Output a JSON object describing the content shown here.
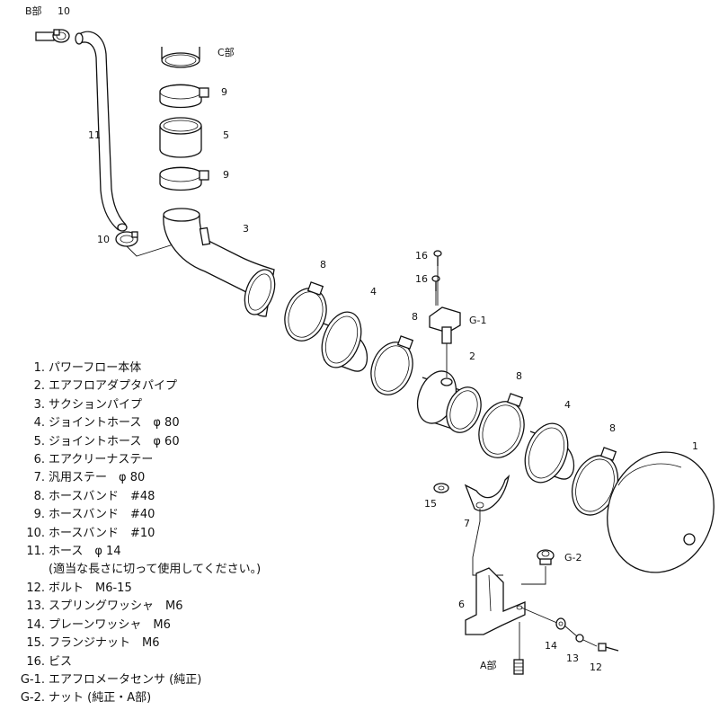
{
  "section_labels": {
    "b": "B部",
    "c": "C部",
    "a": "A部"
  },
  "callouts": {
    "n1": "1",
    "n2": "2",
    "n3": "3",
    "n4a": "4",
    "n4b": "4",
    "n5": "5",
    "n6": "6",
    "n7": "7",
    "n8a": "8",
    "n8b": "8",
    "n8c": "8",
    "n8d": "8",
    "n9a": "9",
    "n9b": "9",
    "n10a": "10",
    "n10b": "10",
    "n11": "11",
    "n12": "12",
    "n13": "13",
    "n14": "14",
    "n15": "15",
    "n16a": "16",
    "n16b": "16",
    "g1": "G-1",
    "g2": "G-2"
  },
  "parts_list": [
    {
      "num": "1.",
      "name": "パワーフロー本体"
    },
    {
      "num": "2.",
      "name": "エアフロアダプタパイプ"
    },
    {
      "num": "3.",
      "name": "サクションパイプ"
    },
    {
      "num": "4.",
      "name": "ジョイントホース　φ 80"
    },
    {
      "num": "5.",
      "name": "ジョイントホース　φ 60"
    },
    {
      "num": "6.",
      "name": "エアクリーナステー"
    },
    {
      "num": "7.",
      "name": "汎用ステー　φ 80"
    },
    {
      "num": "8.",
      "name": "ホースバンド　#48"
    },
    {
      "num": "9.",
      "name": "ホースバンド　#40"
    },
    {
      "num": "10.",
      "name": "ホースバンド　#10"
    },
    {
      "num": "11.",
      "name": "ホース　φ 14"
    },
    {
      "num": "",
      "name": "(適当な長さに切って使用してください。)"
    },
    {
      "num": "12.",
      "name": "ボルト　M6-15"
    },
    {
      "num": "13.",
      "name": "スプリングワッシャ　M6"
    },
    {
      "num": "14.",
      "name": "プレーンワッシャ　M6"
    },
    {
      "num": "15.",
      "name": "フランジナット　M6"
    },
    {
      "num": "16.",
      "name": "ビス"
    },
    {
      "num": "G-1.",
      "name": "エアフロメータセンサ (純正)"
    },
    {
      "num": "G-2.",
      "name": "ナット (純正・A部)"
    }
  ]
}
